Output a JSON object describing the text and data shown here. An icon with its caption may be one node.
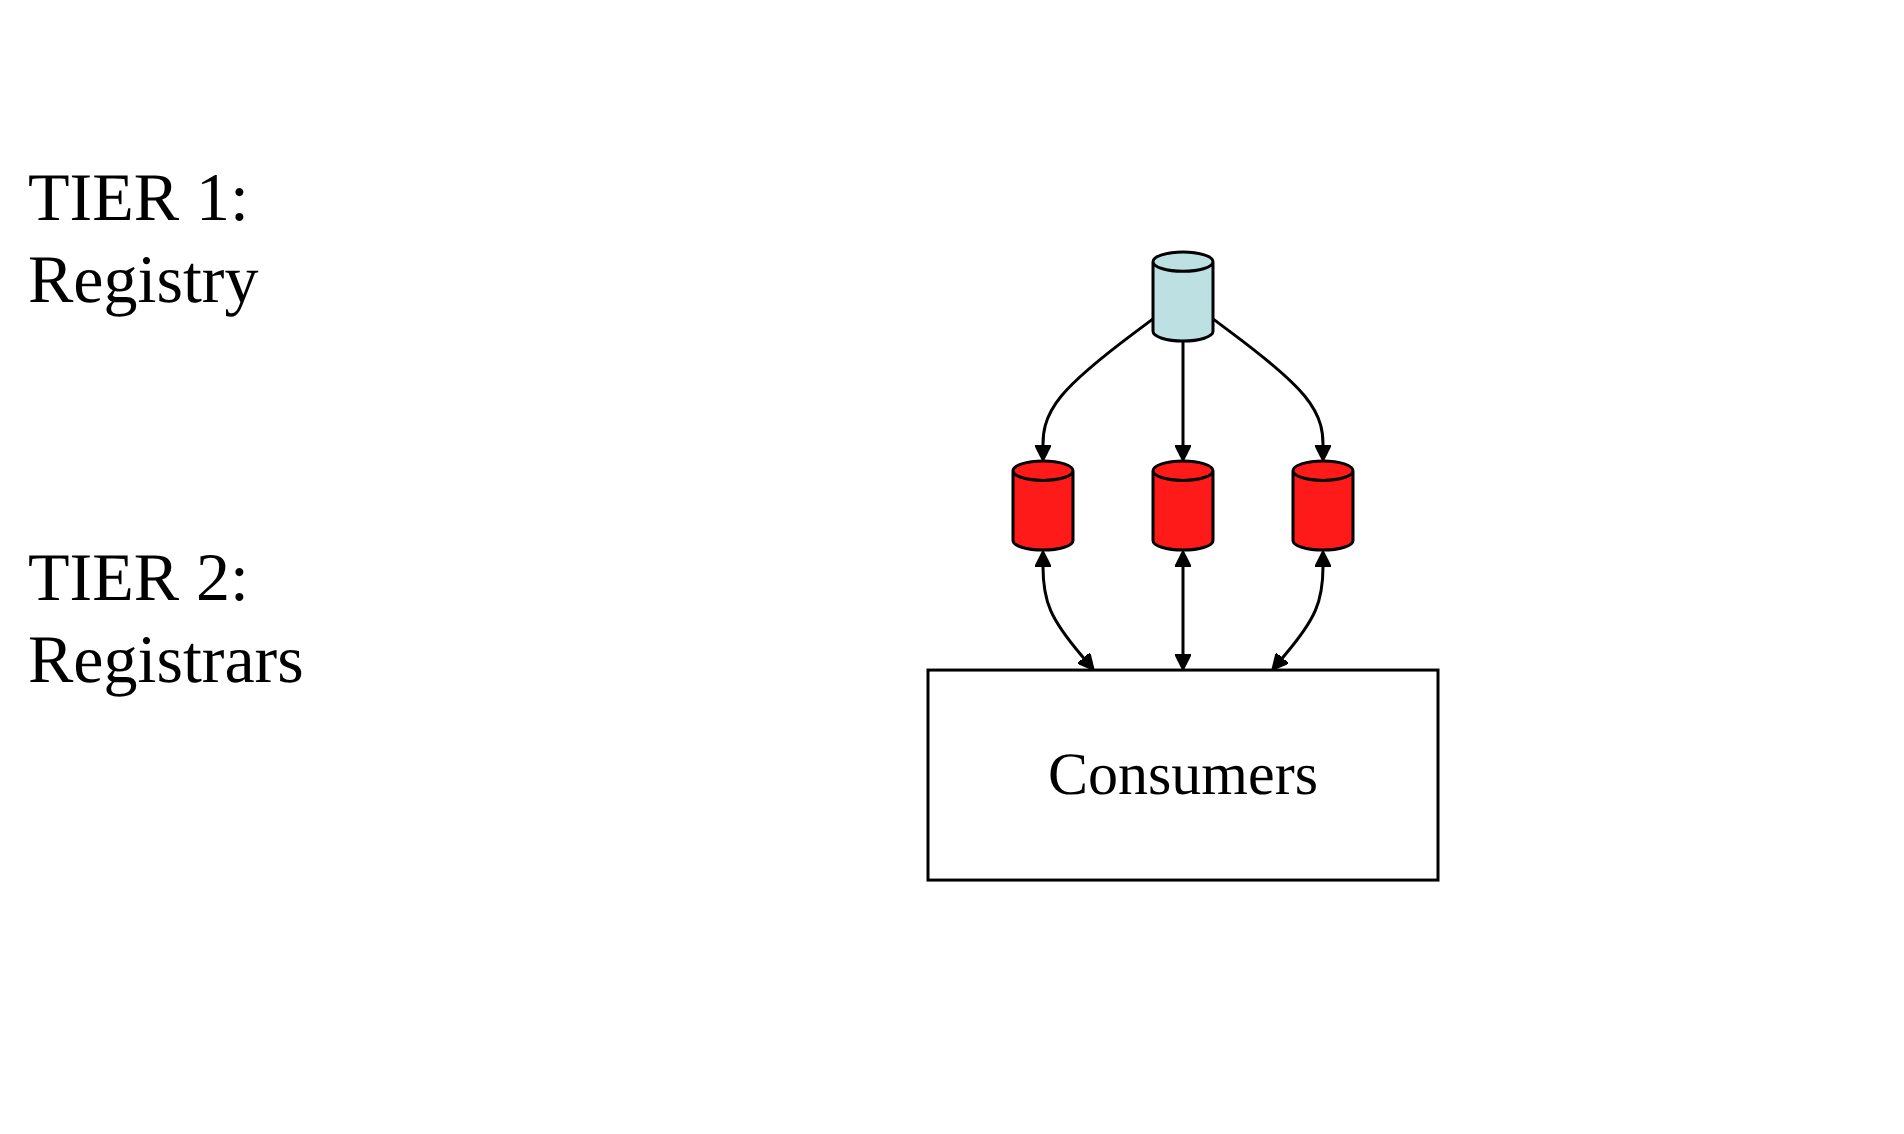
{
  "diagram": {
    "nodes": [
      {
        "text": [],
        "shape": "cylinder"
      },
      {
        "text": [],
        "shape": "cylinder"
      },
      {
        "text": [],
        "shape": "cylinder"
      },
      {
        "text": [],
        "shape": "cylinder"
      },
      {
        "text": [
          "Consumers"
        ]
      }
    ],
    "edges": [
      {
        "from": 0,
        "to": 1,
        "arrow": "to"
      },
      {
        "from": 0,
        "to": 2,
        "arrow": "to"
      },
      {
        "from": 0,
        "to": 3,
        "arrow": "to"
      },
      {
        "from": 1,
        "to": 4,
        "arrow": "both"
      },
      {
        "from": 2,
        "to": 4,
        "arrow": "both"
      },
      {
        "from": 3,
        "to": 4,
        "arrow": "both"
      }
    ],
    "labels": [
      "TIER 1:  Registry",
      "TIER 2: Registrars"
    ]
  }
}
